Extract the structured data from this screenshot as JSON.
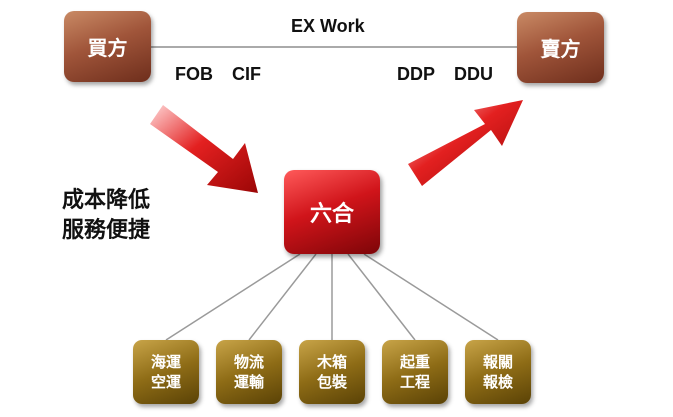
{
  "parties": {
    "buyer": "買方",
    "seller": "賣方"
  },
  "terms": {
    "top": "EX Work",
    "buyer_side": [
      "FOB",
      "CIF"
    ],
    "seller_side": [
      "DDP",
      "DDU"
    ]
  },
  "hub": "六合",
  "slogan": [
    "成本降低",
    "服務便捷"
  ],
  "services": [
    [
      "海運",
      "空運"
    ],
    [
      "物流",
      "運輸"
    ],
    [
      "木箱",
      "包裝"
    ],
    [
      "起重",
      "工程"
    ],
    [
      "報關",
      "報檢"
    ]
  ],
  "colors": {
    "party": "#a0553a",
    "hub": "#d0141a",
    "service": "#8e6c16",
    "arrow": "#cc1111",
    "line": "#999999"
  }
}
